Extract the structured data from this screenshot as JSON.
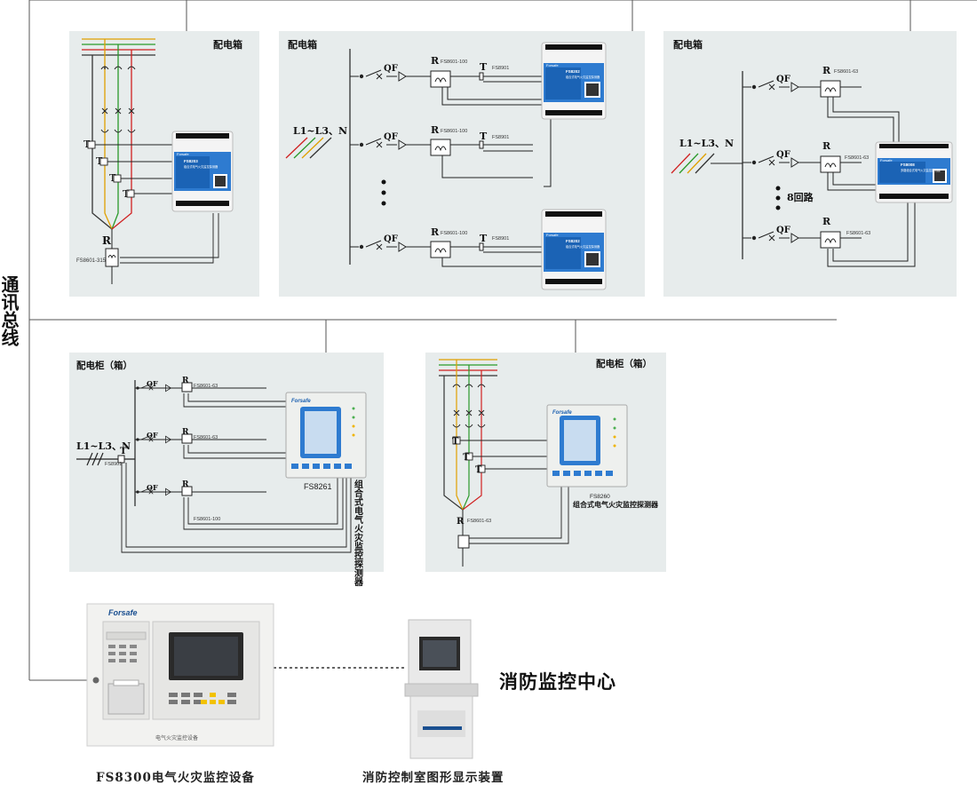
{
  "bus": {
    "label": "通讯总线"
  },
  "panels": {
    "box1": {
      "title": "配电箱",
      "T": "T",
      "R": "R",
      "rModel": "FS8601-315",
      "device": {
        "brand": "Forsafe",
        "model": "FS8203",
        "desc": "组合式电气火灾监控探测器"
      }
    },
    "box2": {
      "title": "配电箱",
      "line": "L1~L3、N",
      "QF": "QF",
      "R": "R",
      "T": "T",
      "rModel": "FS8601-100",
      "tModel": "FS8901",
      "device": {
        "brand": "Forsafe",
        "model": "FS8202",
        "desc": "组合式电气火灾监控探测器"
      }
    },
    "box3": {
      "title": "配电箱",
      "line": "L1~L3、N",
      "QF": "QF",
      "R": "R",
      "rModel": "FS8601-63",
      "loops": "8回路",
      "device": {
        "brand": "Forsafe",
        "model": "FS8008",
        "desc": "多路组合式电气火灾监控探测器"
      }
    },
    "cab1": {
      "title": "配电柜（箱）",
      "line": "L1~L3、N",
      "QF": "QF",
      "R": "R",
      "T": "T",
      "tModel": "FS8901",
      "rModel1": "FS8601-63",
      "rModel2": "FS8601-100",
      "device": {
        "brand": "Forsafe",
        "model": "FS8261",
        "vlabel": "组合式电气火灾监控探测器"
      }
    },
    "cab2": {
      "title": "配电柜（箱）",
      "R": "R",
      "T": "T",
      "rModel": "FS8601-63",
      "device": {
        "brand": "Forsafe",
        "model": "FS8260",
        "desc": "组合式电气火灾监控探测器"
      }
    }
  },
  "bottom": {
    "host": {
      "brand": "Forsafe",
      "plate": "电气火灾监控设备",
      "caption": "FS8300电气火灾监控设备"
    },
    "center": {
      "title": "消防监控中心"
    },
    "terminal": {
      "caption": "消防控制室图形显示装置"
    }
  }
}
